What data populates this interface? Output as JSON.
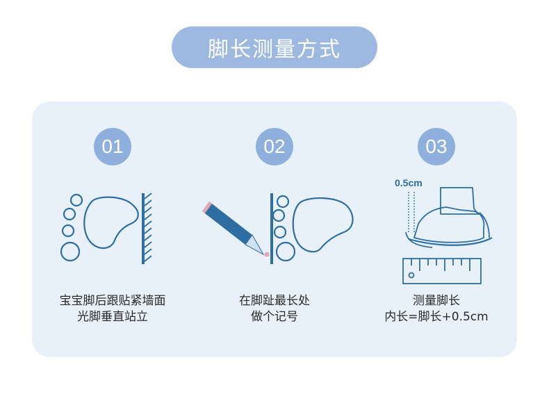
{
  "title": "脚长测量方式",
  "steps": [
    {
      "number": "01",
      "line1": "宝宝脚后跟贴紧墙面",
      "line2": "光脚垂直站立"
    },
    {
      "number": "02",
      "line1": "在脚趾最长处",
      "line2": "做个记号"
    },
    {
      "number": "03",
      "line1": "测量脚长",
      "line2": "内长=脚长+0.5cm"
    }
  ],
  "measure_label": "0.5cm",
  "colors": {
    "pill": "#9db9df",
    "panel": "#e8f0fa",
    "badge": "#8fb0dc",
    "line": "#2f6ea3",
    "pencil": "#2f6ea3",
    "pencil_tip": "#e3a6b3"
  },
  "icons": [
    "footprint-icon",
    "wall-icon",
    "pencil-icon",
    "shoe-icon",
    "ruler-icon"
  ]
}
